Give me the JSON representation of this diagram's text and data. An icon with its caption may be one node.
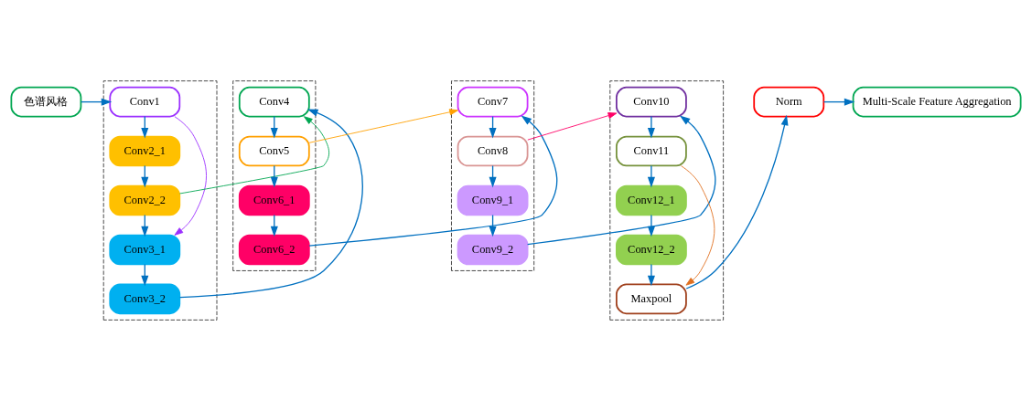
{
  "diagram": {
    "nodes": [
      {
        "text": [
          "色谱风格"
        ]
      },
      {
        "text": [],
        "shape": "box"
      },
      {
        "text": [
          "Conv1"
        ],
        "in": 1
      },
      {
        "text": [
          "Conv2_1"
        ],
        "in": 1
      },
      {
        "text": [
          "Conv2_2"
        ],
        "in": 1
      },
      {
        "text": [
          "Conv3_1"
        ],
        "in": 1
      },
      {
        "text": [
          "Conv3_2"
        ],
        "in": 1
      },
      {
        "text": [],
        "shape": "box"
      },
      {
        "text": [
          "Conv4"
        ],
        "in": 7
      },
      {
        "text": [
          "Conv5"
        ],
        "in": 7
      },
      {
        "text": [
          "Conv6_1"
        ],
        "in": 7
      },
      {
        "text": [
          "Conv6_2"
        ],
        "in": 7
      },
      {
        "text": [],
        "shape": "box"
      },
      {
        "text": [
          "Conv7"
        ],
        "in": 12
      },
      {
        "text": [
          "Conv8"
        ],
        "in": 12
      },
      {
        "text": [
          "Conv9_1"
        ],
        "in": 12
      },
      {
        "text": [
          "Conv9_2"
        ],
        "in": 12
      },
      {
        "text": [],
        "shape": "box"
      },
      {
        "text": [
          "Conv10"
        ],
        "in": 17
      },
      {
        "text": [
          "Conv11"
        ],
        "in": 17
      },
      {
        "text": [
          "Conv12_1"
        ],
        "in": 17
      },
      {
        "text": [
          "Conv12_2"
        ],
        "in": 17
      },
      {
        "text": [
          "Maxpool"
        ],
        "in": 17
      },
      {
        "text": [
          "Norm"
        ]
      },
      {
        "text": [
          "Multi-Scale Feature Aggregation"
        ]
      }
    ],
    "edges": [
      {
        "from": 0,
        "to": 2,
        "arrow": "to"
      },
      {
        "from": 2,
        "to": 3,
        "arrow": "to"
      },
      {
        "from": 3,
        "to": 4,
        "arrow": "to"
      },
      {
        "from": 4,
        "to": 5,
        "arrow": "to"
      },
      {
        "from": 5,
        "to": 6,
        "arrow": "to"
      },
      {
        "from": 2,
        "to": 5,
        "arrow": "to",
        "color": "#9b30ff"
      },
      {
        "from": 4,
        "to": 8,
        "arrow": "to",
        "color": "#00a651"
      },
      {
        "from": 6,
        "to": 8,
        "arrow": "to"
      },
      {
        "from": 8,
        "to": 9,
        "arrow": "to"
      },
      {
        "from": 9,
        "to": 10,
        "arrow": "to"
      },
      {
        "from": 10,
        "to": 11,
        "arrow": "to"
      },
      {
        "from": 9,
        "to": 13,
        "arrow": "to",
        "color": "#ffa000"
      },
      {
        "from": 11,
        "to": 13,
        "arrow": "to"
      },
      {
        "from": 13,
        "to": 14,
        "arrow": "to"
      },
      {
        "from": 14,
        "to": 15,
        "arrow": "to"
      },
      {
        "from": 15,
        "to": 16,
        "arrow": "to"
      },
      {
        "from": 14,
        "to": 18,
        "arrow": "to",
        "color": "#ff0066"
      },
      {
        "from": 16,
        "to": 18,
        "arrow": "to"
      },
      {
        "from": 18,
        "to": 19,
        "arrow": "to"
      },
      {
        "from": 19,
        "to": 20,
        "arrow": "to"
      },
      {
        "from": 20,
        "to": 21,
        "arrow": "to"
      },
      {
        "from": 21,
        "to": 22,
        "arrow": "to"
      },
      {
        "from": 19,
        "to": 22,
        "arrow": "to",
        "color": "#e07020"
      },
      {
        "from": 22,
        "to": 23,
        "arrow": "to"
      },
      {
        "from": 23,
        "to": 24,
        "arrow": "to"
      }
    ]
  }
}
